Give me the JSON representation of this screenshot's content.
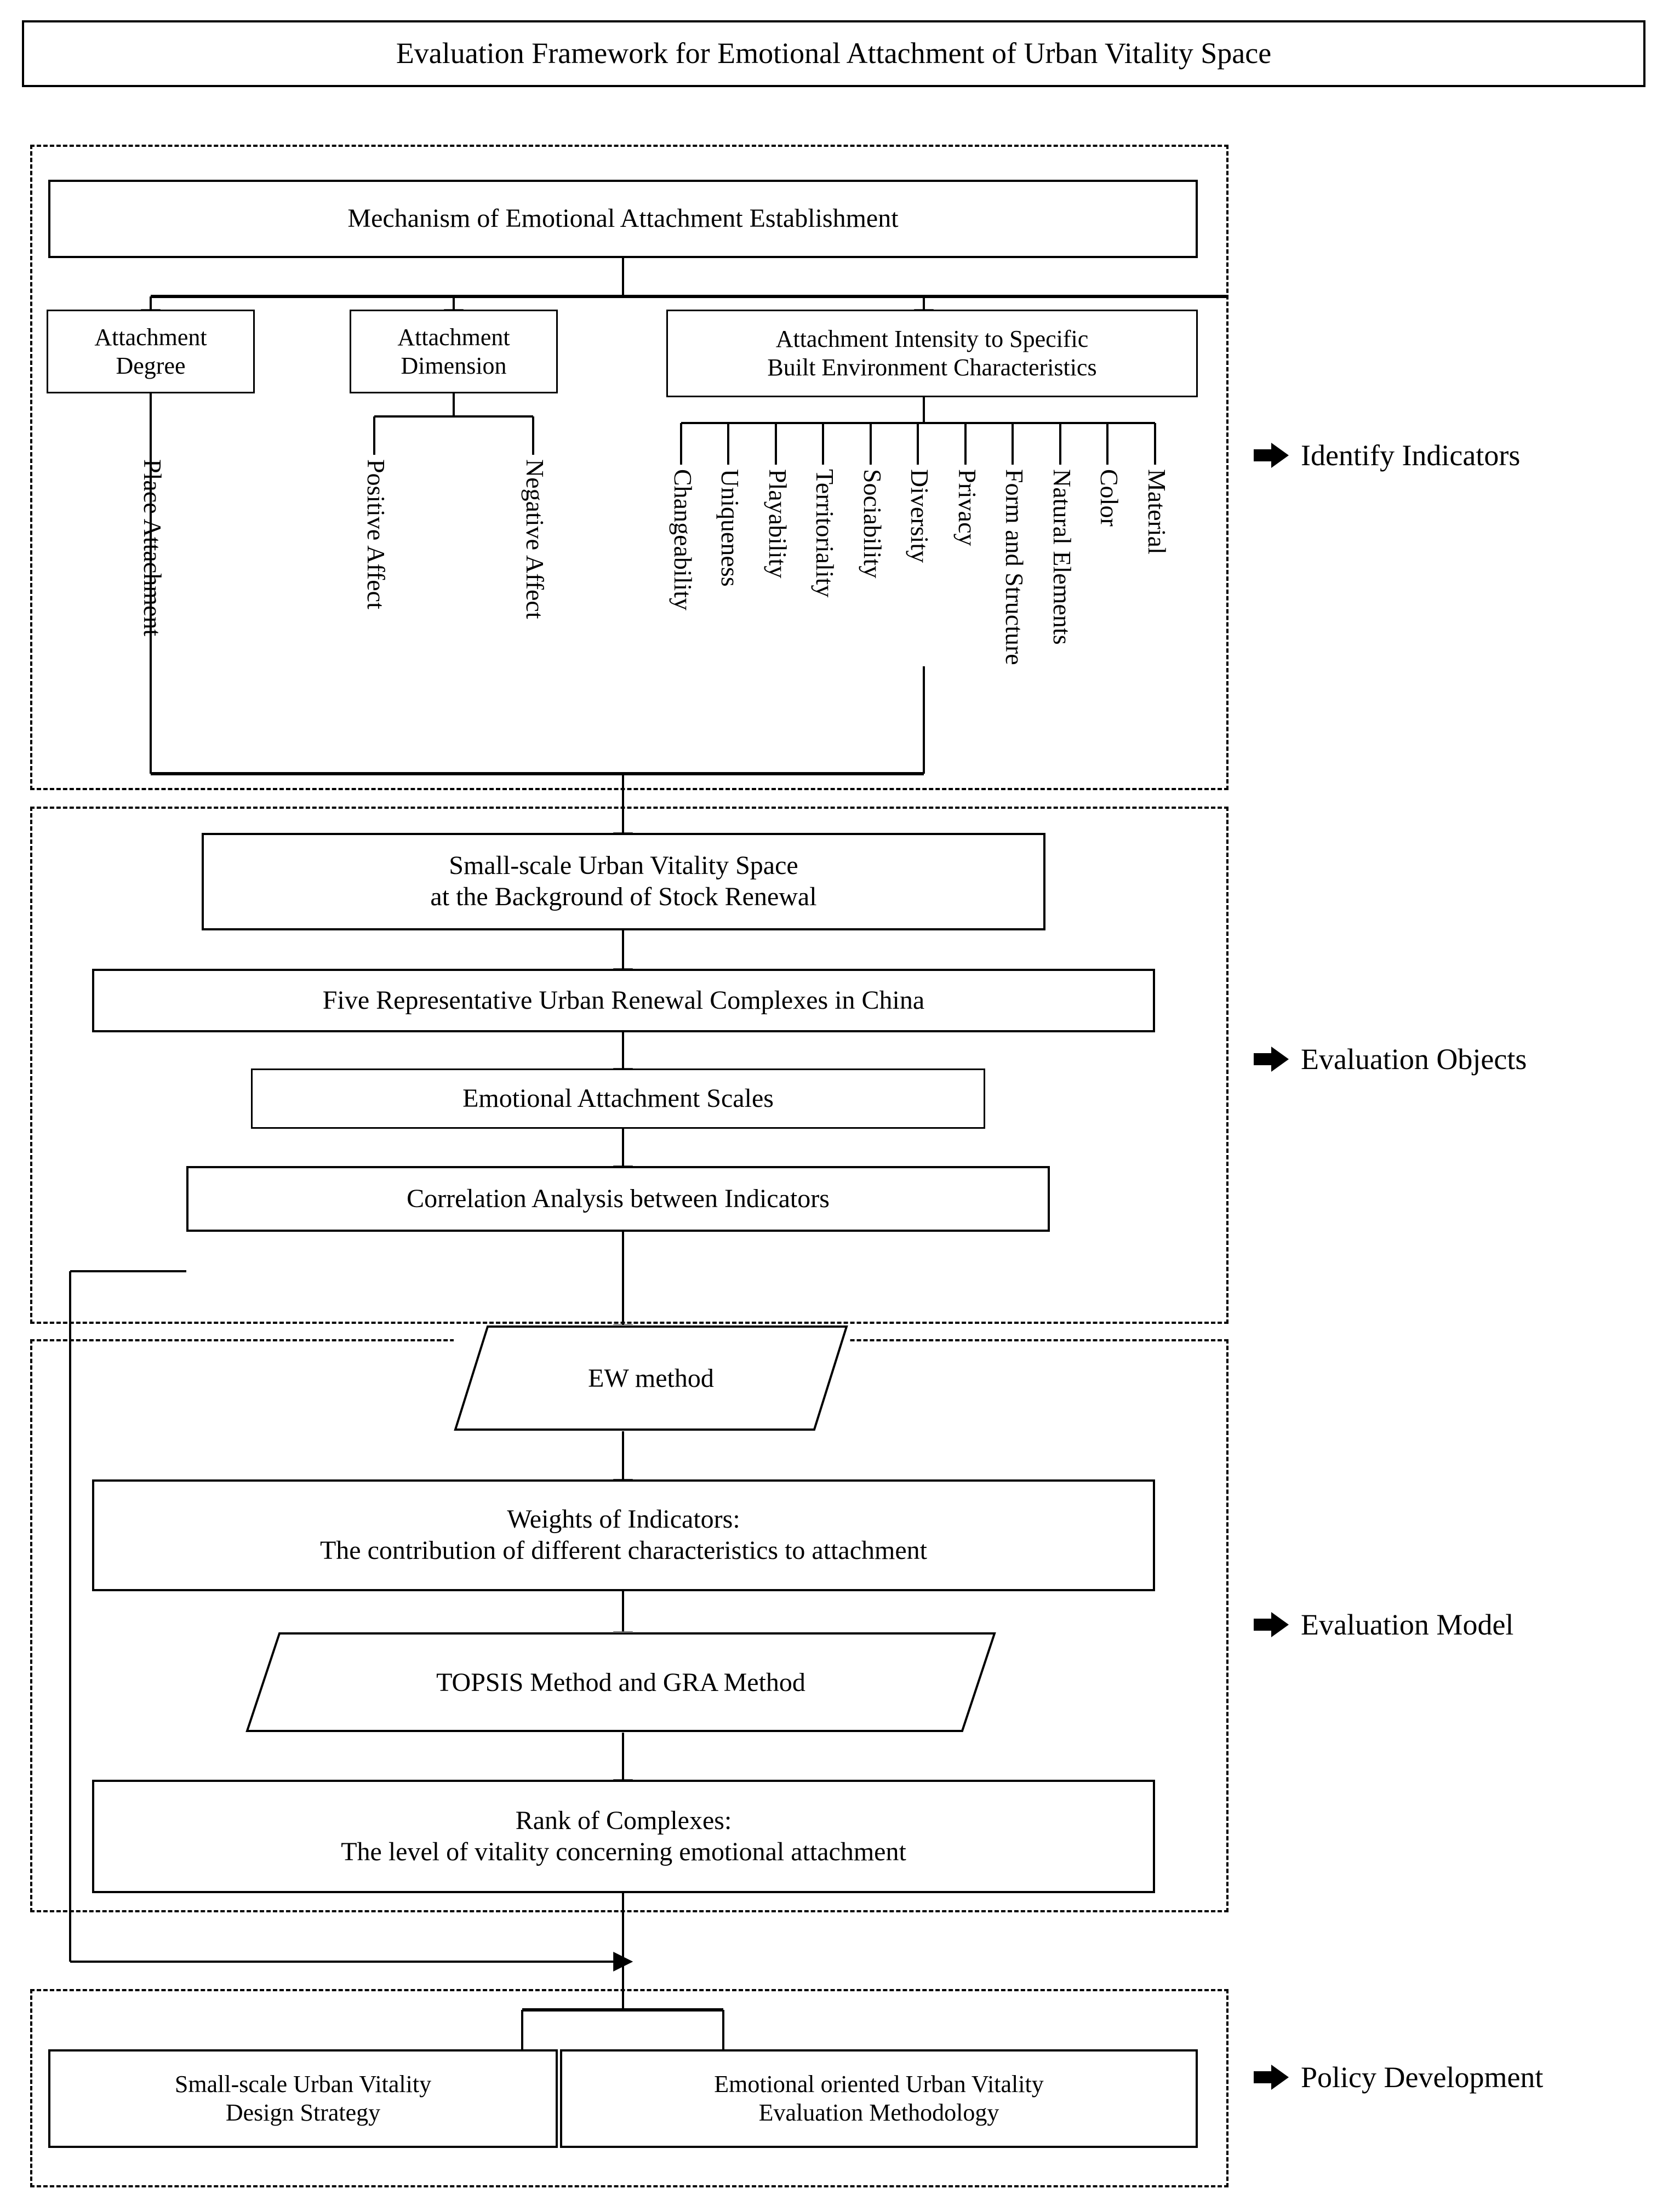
{
  "title": "Evaluation Framework for Emotional Attachment of Urban Vitality Space",
  "stages": [
    {
      "label": "Identify Indicators",
      "icon": "right-arrow-icon"
    },
    {
      "label": "Evaluation Objects",
      "icon": "right-arrow-icon"
    },
    {
      "label": "Evaluation Model",
      "icon": "right-arrow-icon"
    },
    {
      "label": "Policy Development",
      "icon": "right-arrow-icon"
    }
  ],
  "section1": {
    "root": "Mechanism of Emotional Attachment Establishment",
    "branches": [
      {
        "label": "Attachment\nDegree",
        "line1": "Attachment",
        "line2": "Degree"
      },
      {
        "label": "Attachment\nDimension",
        "line1": "Attachment",
        "line2": "Dimension"
      },
      {
        "label": "Attachment Intensity to Specific Built Environment Characteristics",
        "line1": "Attachment Intensity to Specific",
        "line2": "Built Environment Characteristics"
      }
    ],
    "leaves_degree": [
      "Place Attachment"
    ],
    "leaves_dimension": [
      "Positive Affect",
      "Negative Affect"
    ],
    "leaves_intensity": [
      "Changeability",
      "Uniqueness",
      "Playability",
      "Territoriality",
      "Sociability",
      "Diversity",
      "Privacy",
      "Form and Structure",
      "Natural Elements",
      "Color",
      "Material"
    ]
  },
  "section2": {
    "nodes": [
      {
        "line1": "Small-scale Urban Vitality Space",
        "line2": "at the Background of Stock Renewal"
      },
      {
        "line1": "Five Representative Urban Renewal Complexes in China",
        "line2": ""
      },
      {
        "line1": "Emotional Attachment Scales",
        "line2": ""
      },
      {
        "line1": "Correlation Analysis between Indicators",
        "line2": ""
      }
    ]
  },
  "section3": {
    "nodes": [
      {
        "type": "process",
        "line1": "EW method",
        "line2": ""
      },
      {
        "type": "box",
        "line1": "Weights of Indicators:",
        "line2": "The contribution of different characteristics to attachment"
      },
      {
        "type": "process",
        "line1": "TOPSIS Method and GRA Method",
        "line2": ""
      },
      {
        "type": "box",
        "line1": "Rank of Complexes:",
        "line2": "The level of vitality concerning emotional attachment"
      }
    ]
  },
  "section4": {
    "nodes": [
      {
        "line1": "Small-scale Urban Vitality",
        "line2": "Design Strategy"
      },
      {
        "line1": "Emotional oriented Urban Vitality",
        "line2": "Evaluation Methodology"
      }
    ]
  },
  "colors": {
    "stroke": "#000000",
    "background": "#ffffff"
  }
}
